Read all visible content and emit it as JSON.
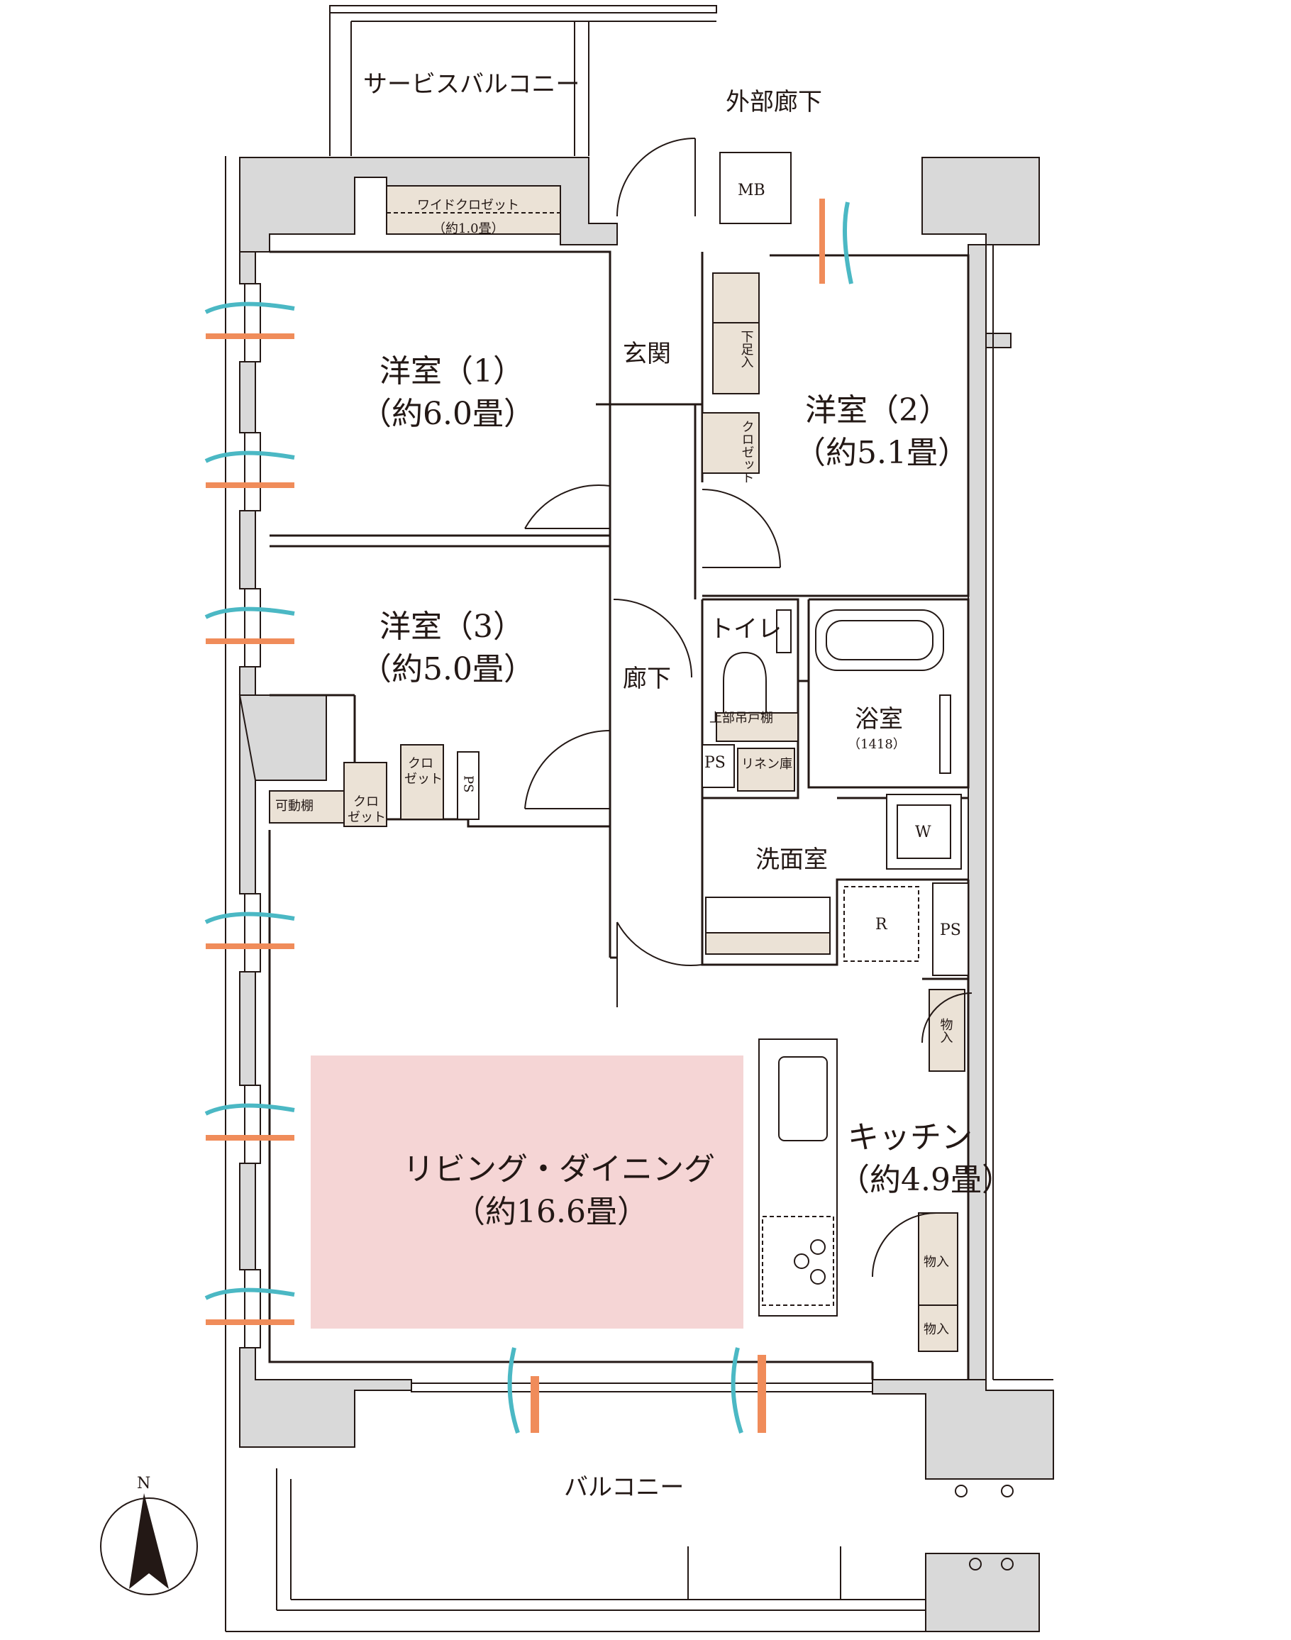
{
  "labels": {
    "service_balcony": "サービスバルコニー",
    "outer_corridor": "外部廊下",
    "mb": "MB",
    "wide_closet": "ワイドクロゼット",
    "wide_closet_size": "（約1.0畳）",
    "room1": "洋室（1）",
    "room1_size": "（約6.0畳）",
    "entrance": "玄関",
    "shoe_box": "下足入",
    "room2": "洋室（2）",
    "room2_size": "（約5.1畳）",
    "closet_v": "クロゼット",
    "room3": "洋室（3）",
    "room3_size": "（約5.0畳）",
    "toilet": "トイレ",
    "hallway": "廊下",
    "upper_shelf": "上部吊戸棚",
    "bath": "浴室",
    "bath_size": "（1418）",
    "ps": "PS",
    "linen": "リネン庫",
    "closet_a1": "クロ",
    "closet_a2": "ゼット",
    "movable_shelf": "可動棚",
    "ps_v": "PS",
    "washroom": "洗面室",
    "w": "W",
    "r": "R",
    "storage": "物入",
    "kitchen": "キッチン",
    "kitchen_size": "（約4.9畳）",
    "living": "リビング・ダイニング",
    "living_size": "（約16.6畳）",
    "balcony": "バルコニー",
    "north": "N"
  },
  "colors": {
    "wall": "#d9d9d9",
    "line": "#231815",
    "living_fill": "#f5d5d5",
    "fixture_fill": "#ebe2d6",
    "wind_warm": "#f08c5a",
    "wind_cool": "#4bb8c4"
  }
}
